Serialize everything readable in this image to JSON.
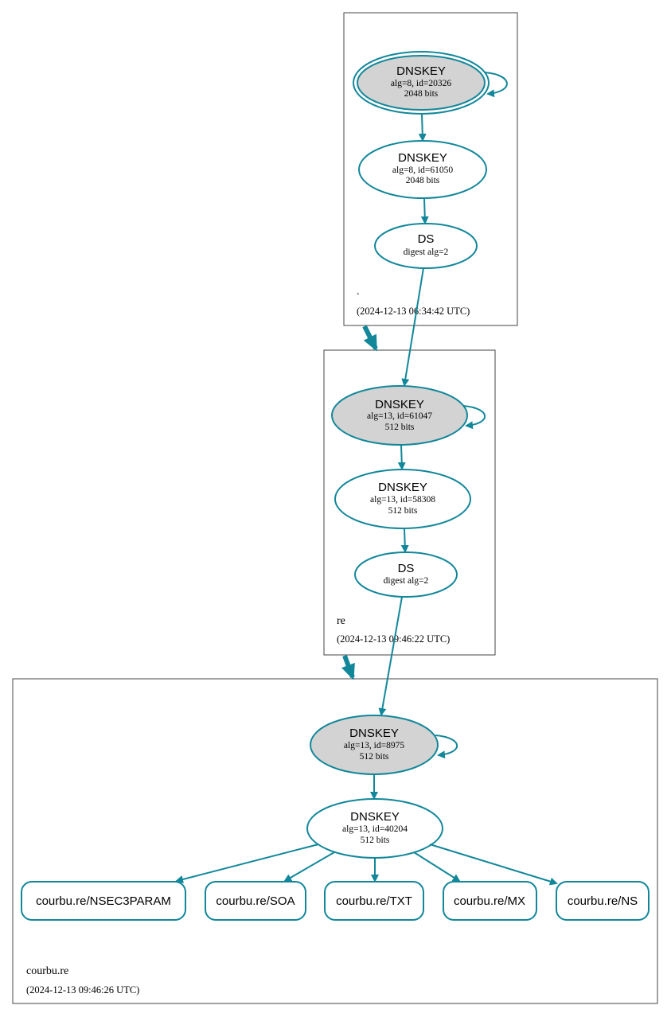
{
  "colors": {
    "edge": "#12879a",
    "ksk_fill": "#d3d3d3",
    "node_fill": "#ffffff",
    "zone_border": "#444444"
  },
  "zones": [
    {
      "name": ".",
      "timestamp": "(2024-12-13 06:34:42 UTC)",
      "ksk": {
        "title": "DNSKEY",
        "line1": "alg=8, id=20326",
        "line2": "2048 bits",
        "trust_anchor": true
      },
      "zsk": {
        "title": "DNSKEY",
        "line1": "alg=8, id=61050",
        "line2": "2048 bits"
      },
      "ds": {
        "title": "DS",
        "line1": "digest alg=2"
      }
    },
    {
      "name": "re",
      "timestamp": "(2024-12-13 09:46:22 UTC)",
      "ksk": {
        "title": "DNSKEY",
        "line1": "alg=13, id=61047",
        "line2": "512 bits"
      },
      "zsk": {
        "title": "DNSKEY",
        "line1": "alg=13, id=58308",
        "line2": "512 bits"
      },
      "ds": {
        "title": "DS",
        "line1": "digest alg=2"
      }
    },
    {
      "name": "courbu.re",
      "timestamp": "(2024-12-13 09:46:26 UTC)",
      "ksk": {
        "title": "DNSKEY",
        "line1": "alg=13, id=8975",
        "line2": "512 bits"
      },
      "zsk": {
        "title": "DNSKEY",
        "line1": "alg=13, id=40204",
        "line2": "512 bits"
      },
      "rrsets": [
        "courbu.re/NSEC3PARAM",
        "courbu.re/SOA",
        "courbu.re/TXT",
        "courbu.re/MX",
        "courbu.re/NS"
      ]
    }
  ]
}
